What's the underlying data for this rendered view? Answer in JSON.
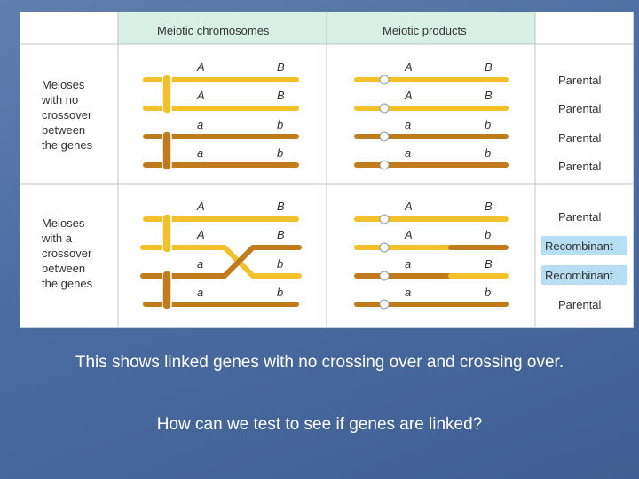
{
  "table": {
    "headers": {
      "chromosomes": "Meiotic chromosomes",
      "products": "Meiotic products"
    },
    "rows": [
      {
        "label": [
          "Meioses",
          "with no",
          "crossover",
          "between",
          "the genes"
        ],
        "chromosomes": [
          {
            "left": "A",
            "right": "B"
          },
          {
            "left": "A",
            "right": "B"
          },
          {
            "left": "a",
            "right": "b"
          },
          {
            "left": "a",
            "right": "b"
          }
        ],
        "products": [
          {
            "left": "A",
            "right": "B"
          },
          {
            "left": "A",
            "right": "B"
          },
          {
            "left": "a",
            "right": "b"
          },
          {
            "left": "a",
            "right": "b"
          }
        ],
        "results": [
          "Parental",
          "Parental",
          "Parental",
          "Parental"
        ]
      },
      {
        "label": [
          "Meioses",
          "with a",
          "crossover",
          "between",
          "the genes"
        ],
        "chromosomes": [
          {
            "left": "A",
            "right": "B"
          },
          {
            "left": "A",
            "right": "B"
          },
          {
            "left": "a",
            "right": "b"
          },
          {
            "left": "a",
            "right": "b"
          }
        ],
        "products": [
          {
            "left": "A",
            "right": "B"
          },
          {
            "left": "A",
            "right": "b"
          },
          {
            "left": "a",
            "right": "B"
          },
          {
            "left": "a",
            "right": "b"
          }
        ],
        "results": [
          "Parental",
          "Recombinant",
          "Recombinant",
          "Parental"
        ]
      }
    ]
  },
  "caption": "This shows linked genes with no crossing over and crossing over.",
  "question": "How can we test to see if genes are linked?",
  "colors": {
    "parental_A": "#f2c12a",
    "parental_a": "#c07b1c",
    "header_bg": "#d6f0e6",
    "recombinant_bg": "#b6def5"
  }
}
